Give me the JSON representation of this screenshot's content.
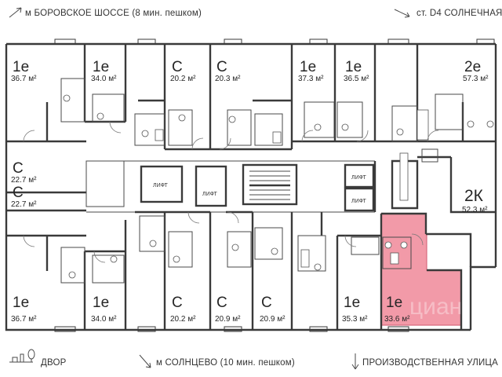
{
  "directions": {
    "top_left": "м БОРОВСКОЕ ШОССЕ (8 мин. пешком)",
    "top_right": "ст. D4 СОЛНЕЧНАЯ",
    "bottom_left": "ДВОР",
    "bottom_center": "м СОЛНЦЕВО (10 мин. пешком)",
    "bottom_right": "ПРОИЗВОДСТВЕННАЯ УЛИЦА"
  },
  "lift_label": "ЛИФТ",
  "watermark": "циан",
  "colors": {
    "highlight": "#f29aa8",
    "highlight_stroke": "#d86a7e",
    "walls": "#3a3a3a"
  },
  "apartments": [
    {
      "id": "a1",
      "type": "1е",
      "area": "36.7 м²"
    },
    {
      "id": "a2",
      "type": "1е",
      "area": "34.0 м²"
    },
    {
      "id": "a3",
      "type": "С",
      "area": "20.2 м²"
    },
    {
      "id": "a4",
      "type": "С",
      "area": "20.3 м²"
    },
    {
      "id": "a5",
      "type": "1е",
      "area": "37.3 м²"
    },
    {
      "id": "a6",
      "type": "1е",
      "area": "36.5 м²"
    },
    {
      "id": "a7",
      "type": "2е",
      "area": "57.3 м²"
    },
    {
      "id": "a8",
      "type": "С",
      "area": "22.7 м²"
    },
    {
      "id": "a9",
      "type": "С",
      "area": "22.7 м²"
    },
    {
      "id": "a10",
      "type": "2К",
      "area": "52.3 м²"
    },
    {
      "id": "a11",
      "type": "1е",
      "area": "36.7 м²"
    },
    {
      "id": "a12",
      "type": "1е",
      "area": "34.0 м²"
    },
    {
      "id": "a13",
      "type": "С",
      "area": "20.2 м²"
    },
    {
      "id": "a14",
      "type": "С",
      "area": "20.9 м²"
    },
    {
      "id": "a15",
      "type": "С",
      "area": "20.9 м²"
    },
    {
      "id": "a16",
      "type": "1е",
      "area": "35.3 м²"
    },
    {
      "id": "a17",
      "type": "1е",
      "area": "33.6 м²",
      "selected": true
    }
  ]
}
